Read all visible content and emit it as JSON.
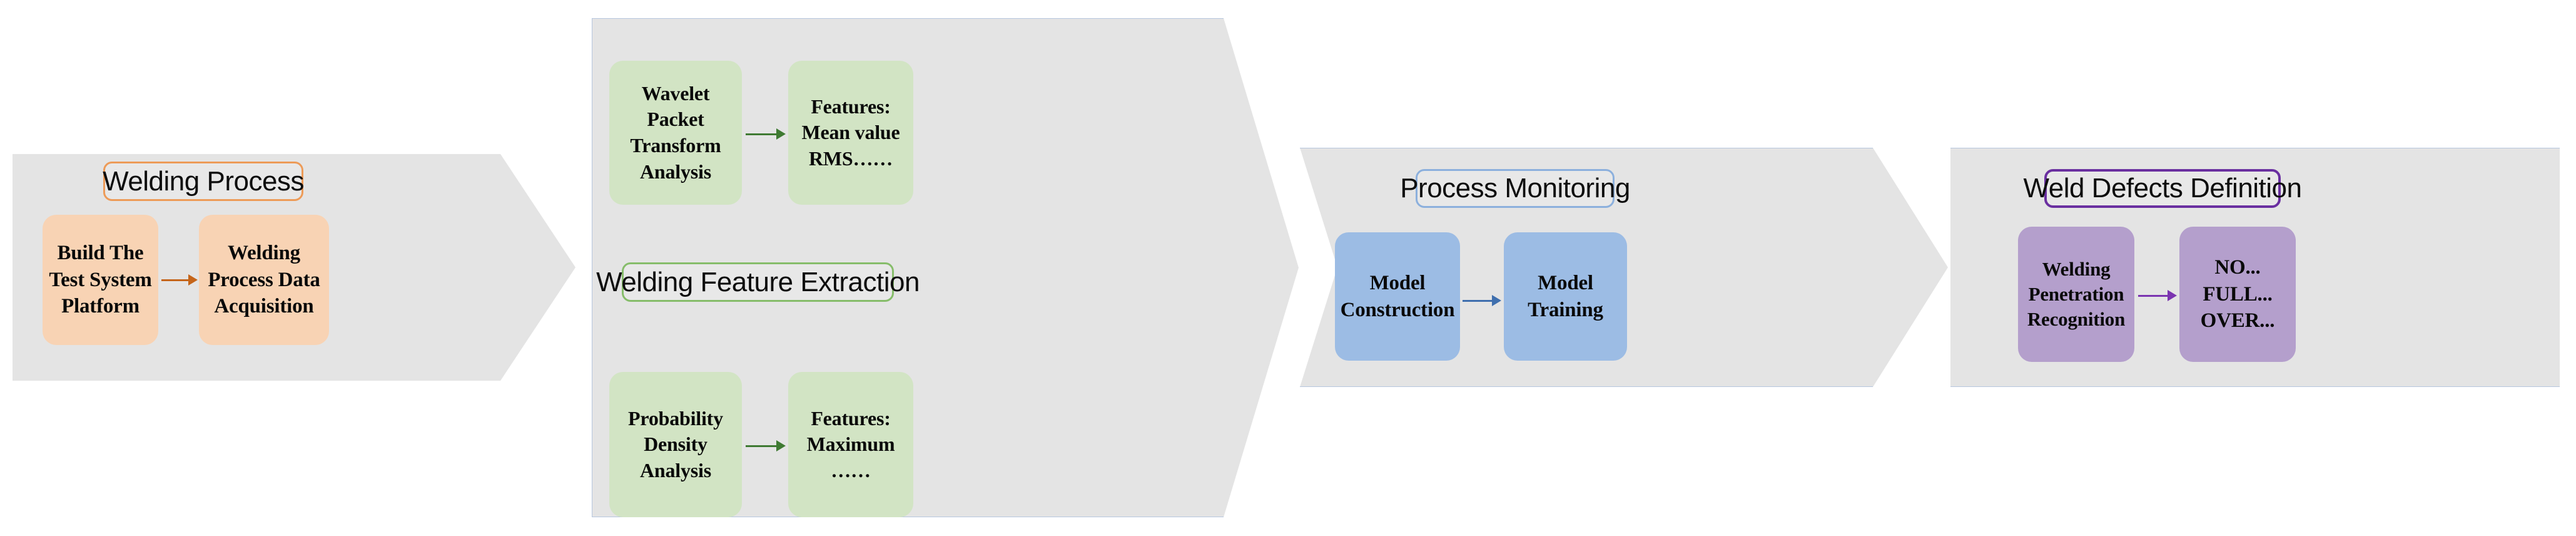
{
  "diagram": {
    "title": "Welding process monitoring workflow",
    "background": "#ffffff",
    "panel_fill": "#e4e4e4",
    "panel_edge": "#b6c6de"
  },
  "stages": [
    {
      "id": "welding-process",
      "title": "Welding Process",
      "accent": "#ed9b58",
      "box_fill": "#f8d3b4",
      "arrow_color": "#c5651a",
      "nodes": [
        {
          "id": "build-test-platform",
          "lines": [
            "Build The",
            "Test System",
            "Platform"
          ]
        },
        {
          "id": "data-acquisition",
          "lines": [
            "Welding",
            "Process Data",
            "Acquisition"
          ]
        }
      ]
    },
    {
      "id": "welding-feature-extraction",
      "title": "Welding Feature Extraction",
      "accent": "#86bd6a",
      "box_fill": "#d2e4c4",
      "arrow_color": "#3f7a32",
      "nodes": [
        {
          "id": "wavelet-packet-transform-analysis",
          "lines": [
            "Wavelet Packet",
            "Transform",
            "Analysis"
          ]
        },
        {
          "id": "features-mean-rms",
          "lines": [
            "Features:",
            "Mean value",
            "RMS……"
          ]
        },
        {
          "id": "probability-density-analysis",
          "lines": [
            "Probability",
            "Density",
            "Analysis"
          ]
        },
        {
          "id": "features-maximum",
          "lines": [
            "Features:",
            "Maximum",
            "……"
          ]
        }
      ]
    },
    {
      "id": "process-monitoring",
      "title": "Process Monitoring",
      "accent": "#8cb0dd",
      "box_fill": "#9cbce4",
      "arrow_color": "#3f6fae",
      "nodes": [
        {
          "id": "model-construction",
          "lines": [
            "Model",
            "Construction"
          ]
        },
        {
          "id": "model-training",
          "lines": [
            "Model",
            "Training"
          ]
        }
      ]
    },
    {
      "id": "weld-defects-definition",
      "title": "Weld Defects Definition",
      "accent": "#6a2fa0",
      "box_fill": "#b49fcc",
      "arrow_color": "#7b34b0",
      "nodes": [
        {
          "id": "welding-penetration-recognition",
          "lines": [
            "Welding",
            "Penetration",
            "Recognition"
          ]
        },
        {
          "id": "defect-classes",
          "lines": [
            "NO...",
            "FULL...",
            "OVER..."
          ]
        }
      ]
    }
  ]
}
